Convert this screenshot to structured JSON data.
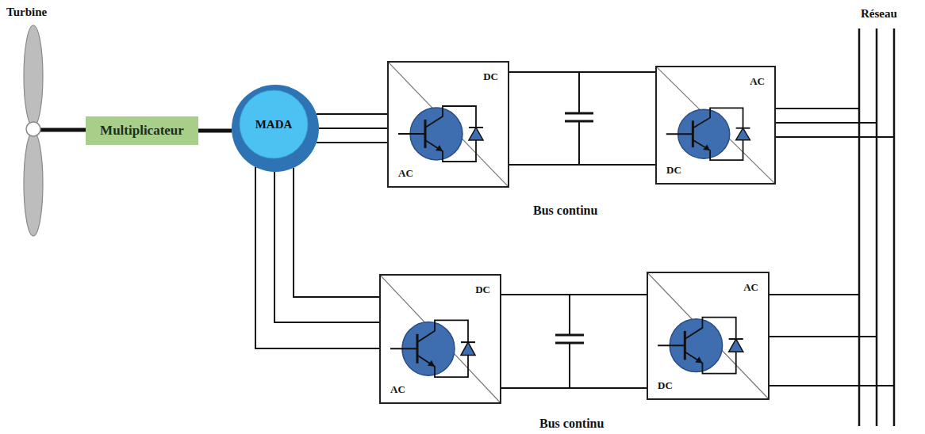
{
  "diagram": {
    "nodes": [
      {
        "text": [
          "Multiplicateur"
        ]
      },
      {
        "text": [
          "MADA"
        ]
      },
      {
        "text": [
          "DC",
          "AC"
        ]
      },
      {
        "text": [
          "AC",
          "DC"
        ]
      },
      {
        "text": [
          "DC",
          "AC"
        ]
      },
      {
        "text": [
          "AC",
          "DC"
        ]
      }
    ],
    "edges": [
      {
        "from": 0,
        "to": 1,
        "arrow": "none"
      },
      {
        "from": 1,
        "to": 2,
        "arrow": "none"
      },
      {
        "from": 2,
        "to": 3,
        "arrow": "none"
      },
      {
        "from": 1,
        "to": 4,
        "arrow": "none"
      },
      {
        "from": 4,
        "to": 5,
        "arrow": "none"
      }
    ],
    "labels": [
      "Turbine",
      "Réseau",
      "Bus continu",
      "Bus continu"
    ]
  }
}
